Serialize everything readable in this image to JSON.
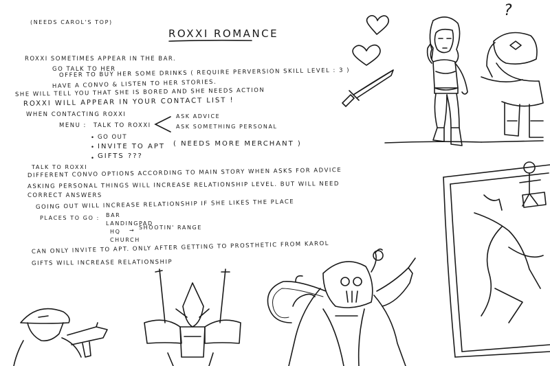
{
  "header_note": "(NEEDS CAROL'S TOP)",
  "title": "ROXXI ROMANCE",
  "notes": {
    "l1": "ROXXI SOMETIMES APPEAR IN THE BAR.",
    "l2": "GO TALK TO HER",
    "l3": "OFFER TO BUY HER SOME DRINKS ( REQUIRE PERVERSION SKILL LEVEL : 3 )",
    "l4": "HAVE A CONVO & LISTEN TO HER STORIES.",
    "l5": "SHE WILL TELL YOU THAT SHE IS BORED AND SHE NEEDS ACTION",
    "l6": "ROXXI WILL APPEAR IN YOUR CONTACT LIST !",
    "l7": "WHEN CONTACTING ROXXI",
    "menu_label": "MENU :",
    "menu_talk": "TALK TO ROXXI",
    "menu_advice": "ASK ADVICE",
    "menu_personal": "ASK SOMETHING PERSONAL",
    "menu_goout": "GO OUT",
    "menu_invite": "INVITE TO APT",
    "menu_invite_note": "( NEEDS MORE MERCHANT )",
    "menu_gifts": "GIFTS ???",
    "talk_heading": "TALK TO ROXXI",
    "b1": "DIFFERENT CONVO OPTIONS ACCORDING TO MAIN STORY WHEN ASKS FOR ADVICE",
    "b2": "ASKING PERSONAL THINGS WILL INCREASE RELATIONSHIP LEVEL. BUT WILL NEED",
    "b2b": "CORRECT ANSWERS",
    "b3": "GOING OUT WILL INCREASE RELATIONSHIP IF SHE LIKES THE PLACE",
    "places_label": "PLACES TO GO :",
    "place1": "BAR",
    "place2": "LANDINGPAD",
    "place3": "HQ",
    "place3_note": "SHOOTIN' RANGE",
    "place4": "CHURCH",
    "b4": "CAN ONLY INVITE TO APT. ONLY AFTER GETTING TO PROSTHETIC FROM KAROL",
    "b5": "GIFTS WILL INCREASE RELATIONSHIP"
  },
  "question_mark": "?",
  "icons": [
    "heart-icon",
    "dagger-sketch",
    "arrow-icon"
  ]
}
